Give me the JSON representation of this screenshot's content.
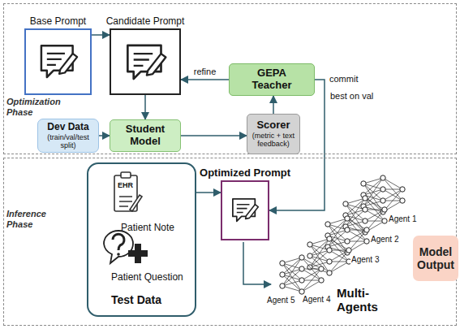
{
  "diagram": {
    "nodes": [
      {
        "text": [
          "Optimization Phase"
        ]
      },
      {
        "text": [
          "Base Prompt"
        ],
        "in": 0
      },
      {
        "text": [
          "Candidate Prompt"
        ],
        "in": 0
      },
      {
        "text": [
          "GEPA Teacher"
        ],
        "in": 0
      },
      {
        "text": [
          "Dev Data",
          "(train/val/test split)"
        ],
        "in": 0
      },
      {
        "text": [
          "Student Model"
        ],
        "in": 0
      },
      {
        "text": [
          "Scorer",
          "(metric + text feedback)"
        ],
        "in": 0
      },
      {
        "text": [
          "Inference Phase"
        ]
      },
      {
        "text": [
          "Patient Note",
          "Patient Question",
          "Test Data"
        ],
        "in": 7
      },
      {
        "text": [
          "Optimized Prompt"
        ],
        "in": 7
      },
      {
        "text": [
          "Model Output"
        ],
        "in": 7
      }
    ],
    "edges": [
      {
        "from": 1,
        "to": 2,
        "arrow": "to"
      },
      {
        "from": 2,
        "to": 5,
        "arrow": "to"
      },
      {
        "from": 4,
        "to": 5,
        "arrow": "to"
      },
      {
        "from": 5,
        "to": 6,
        "arrow": "to"
      },
      {
        "from": 6,
        "to": 3,
        "arrow": "to"
      },
      {
        "from": 3,
        "to": 2,
        "label": "refine",
        "arrow": "to"
      },
      {
        "from": 3,
        "to": 9,
        "label": "commit",
        "arrow": "to"
      },
      {
        "from": 8,
        "to": 9,
        "arrow": "to"
      }
    ],
    "labels": [
      "EHR",
      "best on val",
      "Agent 1",
      "Agent 2",
      "Agent 3",
      "Agent 4",
      "Agent 5",
      "Multi-Agents"
    ]
  }
}
